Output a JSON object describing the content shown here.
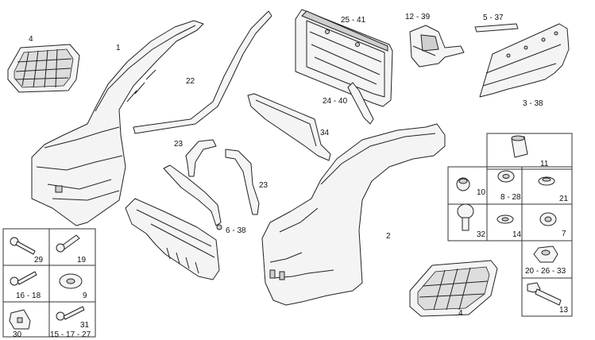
{
  "labels": {
    "l4a": "4",
    "l1": "1",
    "l22": "22",
    "l25_41": "25 - 41",
    "l12_39": "12 - 39",
    "l5_37": "5 - 37",
    "l3_38": "3 - 38",
    "l24_40": "24 - 40",
    "l34": "34",
    "l23a": "23",
    "l23b": "23",
    "l6_38": "6 - 38",
    "l2": "2",
    "l4b": "4",
    "l11": "11",
    "l10": "10",
    "l8_28": "8 - 28",
    "l21": "21",
    "l32": "32",
    "l14": "14",
    "l7": "7",
    "l20_26_33": "20 - 26 - 33",
    "l13": "13",
    "l29": "29",
    "l19": "19",
    "l16_18": "16 - 18",
    "l9": "9",
    "l30": "30",
    "l15_17_27": "15 - 17 - 27",
    "l31": "31"
  }
}
